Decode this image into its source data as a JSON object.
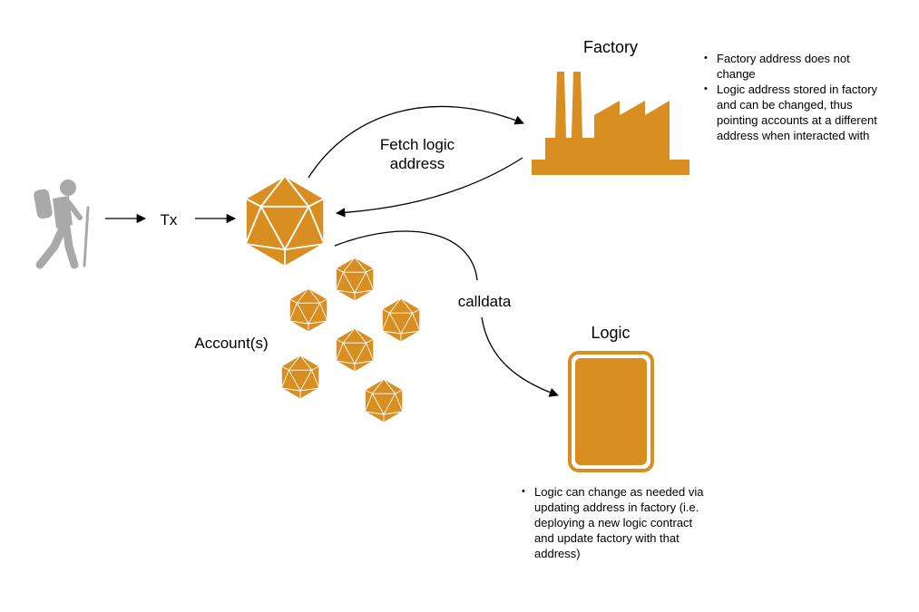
{
  "colors": {
    "accent": "#D88E21",
    "person": "#A9A9A9",
    "arrow": "#000000",
    "background": "#FFFFFF"
  },
  "icons": {
    "user": "hiker-icon",
    "account": "icosahedron-icon",
    "factory": "factory-icon",
    "logic": "contract-card-icon"
  },
  "labels": {
    "tx": "Tx",
    "fetch": "Fetch logic\naddress",
    "calldata": "calldata",
    "accounts": "Account(s)",
    "factory_title": "Factory",
    "logic_title": "Logic"
  },
  "factory_notes": [
    "Factory address does not change",
    "Logic address stored in factory and can be changed, thus pointing accounts at a different address when interacted with"
  ],
  "logic_notes": [
    "Logic can change as needed via updating address in factory (i.e. deploying a new logic contract and update factory with that address)"
  ]
}
